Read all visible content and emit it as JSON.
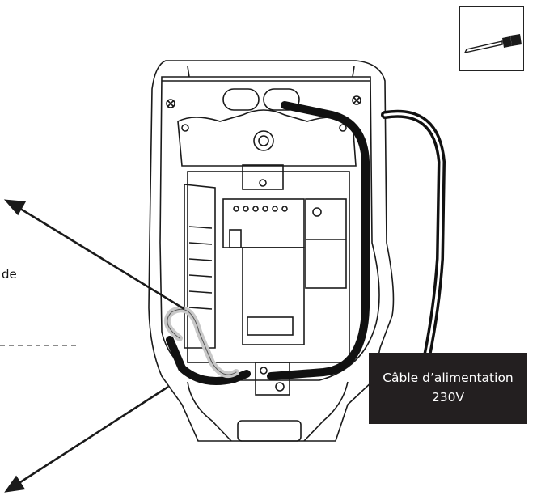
{
  "labels": {
    "power_cable_line1": "Câble d’alimentation",
    "power_cable_line2": "230V",
    "partial_left_text": "de"
  },
  "icons": {
    "tool": "screwdriver-icon"
  },
  "colors": {
    "callout_bg": "#231f20",
    "callout_text": "#ffffff",
    "cable": "#111111",
    "hose": "#c8c8c8",
    "line": "#1a1a1a"
  }
}
